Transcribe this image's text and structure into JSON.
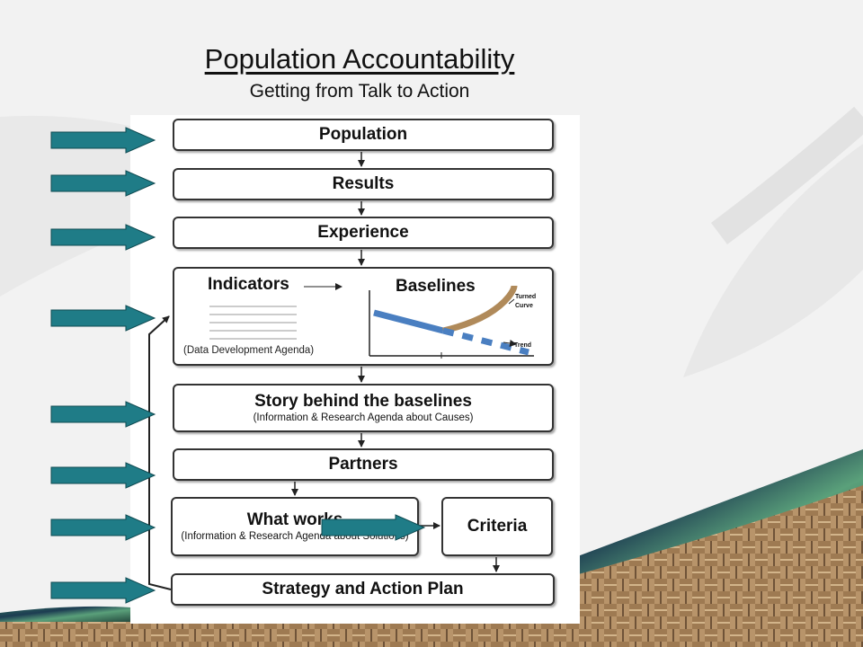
{
  "title": "Population Accountability",
  "subtitle": "Getting from Talk to Action",
  "steps": {
    "population": "Population",
    "results": "Results",
    "experience": "Experience",
    "story": "Story behind the baselines",
    "story_note": "(Information & Research Agenda about Causes)",
    "partners": "Partners",
    "what_works": "What works",
    "what_works_note": "(Information & Research Agenda about Solutions)",
    "criteria": "Criteria",
    "strategy": "Strategy and Action Plan"
  },
  "indicators_panel": {
    "indicators": "Indicators",
    "baselines": "Baselines",
    "data_agenda": "(Data Development Agenda)",
    "turned_curve": [
      "Turned",
      "Curve"
    ],
    "trend": "Trend"
  },
  "colors": {
    "pointer_arrow": "#1f7c87",
    "baseline_line": "#4a7fc1",
    "turned_curve": "#b08a5a",
    "box_border": "#333333"
  },
  "icons": {
    "pointer": "right-arrow-icon"
  }
}
